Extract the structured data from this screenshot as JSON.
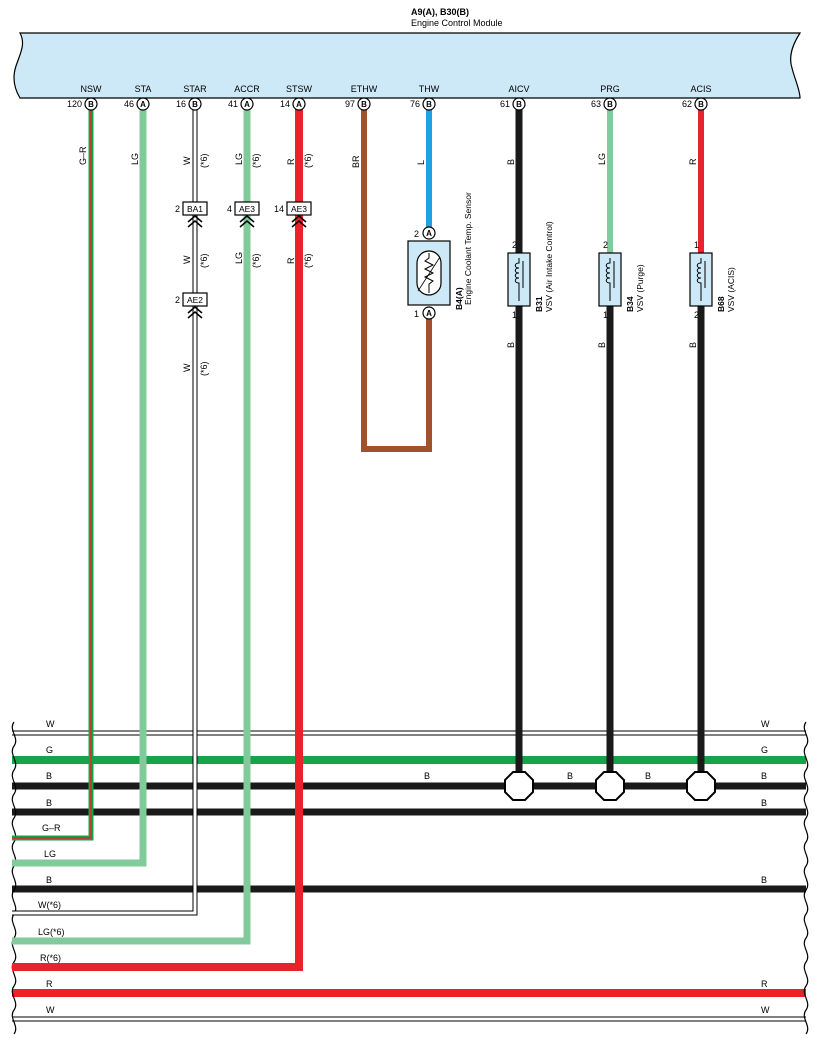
{
  "ecm": {
    "connectors": "A9(A), B30(B)",
    "name": "Engine Control Module",
    "fill": "#cde9f7"
  },
  "colors": {
    "lg": "#82c99b",
    "r": "#e8232a",
    "g": "#16a34a",
    "b": "#1a1a1a",
    "br": "#a0522d",
    "l": "#1fa3e0",
    "w": "#ffffff",
    "component": "#cde9f7"
  },
  "pins": [
    {
      "label": "NSW",
      "num": "120",
      "conn": "B"
    },
    {
      "label": "STA",
      "num": "46",
      "conn": "A"
    },
    {
      "label": "STAR",
      "num": "16",
      "conn": "B"
    },
    {
      "label": "ACCR",
      "num": "41",
      "conn": "A"
    },
    {
      "label": "STSW",
      "num": "14",
      "conn": "A"
    },
    {
      "label": "ETHW",
      "num": "97",
      "conn": "B"
    },
    {
      "label": "THW",
      "num": "76",
      "conn": "B"
    },
    {
      "label": "AICV",
      "num": "61",
      "conn": "B"
    },
    {
      "label": "PRG",
      "num": "63",
      "conn": "B"
    },
    {
      "label": "ACIS",
      "num": "62",
      "conn": "B"
    }
  ],
  "wire_labels": {
    "nsw": "G–R",
    "sta": "LG",
    "star_1": "W",
    "star_2": "W",
    "star_3": "W",
    "accr_1": "LG",
    "accr_2": "LG",
    "stsw_1": "R",
    "stsw_2": "R",
    "ethw": "BR",
    "thw": "L",
    "aicv_1": "B",
    "aicv_2": "B",
    "prg_1": "LG",
    "prg_2": "B",
    "acis_1": "R",
    "acis_2": "B",
    "note": "(*6)"
  },
  "inline_connectors": {
    "ba1": {
      "pin": "2",
      "name": "BA1"
    },
    "ae3_accr": {
      "pin": "4",
      "name": "AE3"
    },
    "ae3_stsw": {
      "pin": "14",
      "name": "AE3"
    },
    "ae2": {
      "pin": "2",
      "name": "AE2"
    }
  },
  "components": {
    "sensor": {
      "code": "B4(A)",
      "name": "Engine Coolant Temp. Sensor",
      "pin_top": "2",
      "pin_bottom": "1",
      "conn": "A"
    },
    "vsv_aicv": {
      "code": "B31",
      "name": "VSV (Air Intake Control)",
      "pin_top": "2",
      "pin_bottom": "1"
    },
    "vsv_prg": {
      "code": "B34",
      "name": "VSV (Purge)",
      "pin_top": "2",
      "pin_bottom": "1"
    },
    "vsv_acis": {
      "code": "B68",
      "name": "VSV (ACIS)",
      "pin_top": "1",
      "pin_bottom": "2"
    }
  },
  "bus": {
    "w_top_left": "W",
    "w_top_right": "W",
    "g_left": "G",
    "g_right": "G",
    "b1_left": "B",
    "b1_mid": "B",
    "b1_mid2": "B",
    "b1_mid3": "B",
    "b1_right": "B",
    "b2_left": "B",
    "b2_right": "B",
    "gr": "G–R",
    "lg": "LG",
    "b3_left": "B",
    "b3_right": "B",
    "w6": "W(*6)",
    "lg6": "LG(*6)",
    "r6": "R(*6)",
    "r_left": "R",
    "r_right": "R",
    "w_bot_left": "W",
    "w_bot_right": "W"
  }
}
